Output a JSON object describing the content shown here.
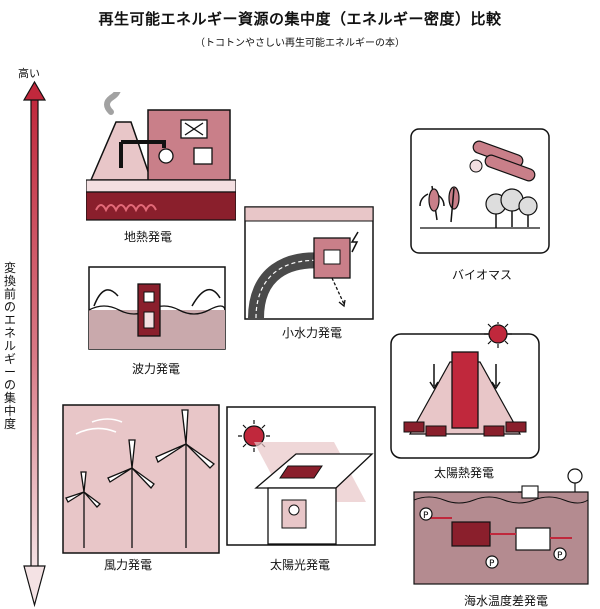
{
  "title": "再生可能エネルギー資源の集中度（エネルギー密度）比較",
  "subtitle": "（トコトンやさしい再生可能エネルギーの本）",
  "axis": {
    "high_label": "高い",
    "label": "変換前のエネルギーの集中度"
  },
  "sources": {
    "geothermal": "地熱発電",
    "wave": "波力発電",
    "hydro": "小水力発電",
    "biomass": "バイオマス",
    "solar_thermal": "太陽熱発電",
    "wind": "風力発電",
    "photovoltaic": "太陽光発電",
    "otec": "海水温度差発電"
  },
  "otec_pump_symbol": "P",
  "colors": {
    "accent_red": "#c0283c",
    "panel_pink": "#e8c6c8",
    "deep_red": "#8a1f2c"
  }
}
